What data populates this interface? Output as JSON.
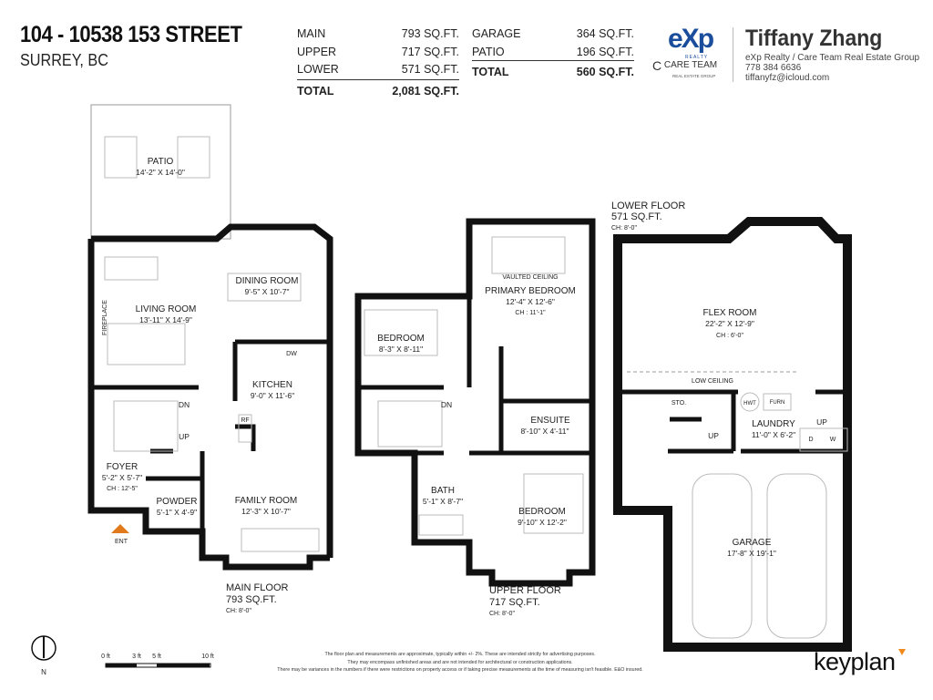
{
  "header": {
    "address_line1": "104 - 10538 153 STREET",
    "address_line2": "SURREY, BC"
  },
  "areas_left": [
    {
      "label": "MAIN",
      "value": "793 SQ.FT."
    },
    {
      "label": "UPPER",
      "value": "717 SQ.FT."
    },
    {
      "label": "LOWER",
      "value": "571 SQ.FT."
    }
  ],
  "areas_left_total": {
    "label": "TOTAL",
    "value": "2,081 SQ.FT."
  },
  "areas_right": [
    {
      "label": "GARAGE",
      "value": "364 SQ.FT."
    },
    {
      "label": "PATIO",
      "value": "196 SQ.FT."
    }
  ],
  "areas_right_total": {
    "label": "TOTAL",
    "value": "560 SQ.FT."
  },
  "branding": {
    "exp_logo": "eXp",
    "exp_sub": "REALTY",
    "care_logo": "CARE TEAM",
    "care_sub": "REAL ESTATE GROUP",
    "brand_color": "#1a4d9c"
  },
  "agent": {
    "name": "Tiffany Zhang",
    "company": "eXp Realty / Care Team Real Estate Group",
    "phone": "778 384 6636",
    "email": "tiffanyfz@icloud.com"
  },
  "main_floor": {
    "title": "MAIN FLOOR",
    "area": "793 SQ.FT.",
    "ceiling": "CH: 8'-0\"",
    "rooms": {
      "patio": {
        "name": "PATIO",
        "dims": "14'-2\" X 14'-0\""
      },
      "living": {
        "name": "LIVING ROOM",
        "dims": "13'-11\" X 14'-9\""
      },
      "dining": {
        "name": "DINING ROOM",
        "dims": "9'-5\" X 10'-7\""
      },
      "kitchen": {
        "name": "KITCHEN",
        "dims": "9'-0\" X 11'-6\""
      },
      "foyer": {
        "name": "FOYER",
        "dims": "5'-2\" X 5'-7\"",
        "ceiling": "CH : 12'-5\""
      },
      "powder": {
        "name": "POWDER",
        "dims": "5'-1\" X 4'-9\""
      },
      "family": {
        "name": "FAMILY ROOM",
        "dims": "12'-3\" X 10'-7\""
      }
    },
    "labels": {
      "fireplace": "FIREPLACE",
      "dw": "DW",
      "rf": "RF",
      "dn": "DN",
      "up": "UP",
      "ent": "ENT"
    }
  },
  "upper_floor": {
    "title": "UPPER FLOOR",
    "area": "717 SQ.FT.",
    "ceiling": "CH: 8'-0\"",
    "rooms": {
      "primary": {
        "name": "PRIMARY BEDROOM",
        "dims": "12'-4\" X 12'-6\"",
        "ceiling": "CH : 11'-1\"",
        "note": "VAULTED CEILING"
      },
      "bedroom1": {
        "name": "BEDROOM",
        "dims": "8'-3\" X 8'-11\""
      },
      "ensuite": {
        "name": "ENSUITE",
        "dims": "8'-10\" X 4'-11\""
      },
      "bath": {
        "name": "BATH",
        "dims": "5'-1\" X 8'-7\""
      },
      "bedroom2": {
        "name": "BEDROOM",
        "dims": "9'-10\" X 12'-2\""
      }
    },
    "labels": {
      "dn": "DN"
    }
  },
  "lower_floor": {
    "title": "LOWER FLOOR",
    "area": "571 SQ.FT.",
    "ceiling": "CH: 8'-0\"",
    "rooms": {
      "flex": {
        "name": "FLEX ROOM",
        "dims": "22'-2\" X 12'-9\"",
        "ceiling": "CH : 6'-0\""
      },
      "laundry": {
        "name": "LAUNDRY",
        "dims": "11'-0\" X 6'-2\""
      },
      "garage": {
        "name": "GARAGE",
        "dims": "17'-8\" X 19'-1\""
      },
      "storage": {
        "name": "STO."
      }
    },
    "labels": {
      "low_ceiling": "LOW CEILING",
      "hwt": "HWT",
      "furn": "FURN",
      "d": "D",
      "w": "W",
      "up": "UP",
      "up2": "UP"
    }
  },
  "scale": {
    "ticks": [
      "0 ft",
      "3 ft",
      "5 ft",
      "10 ft"
    ],
    "north": "N"
  },
  "disclaimer": [
    "The floor plan and measurements are approximate, typically within +/- 2%. These are intended strictly for advertising purposes.",
    "They may encompass unfinished areas and are not intended for architectural or construction applications.",
    "There may be variances in the numbers if there were restrictions on property access or if taking precise measurements at the time of measuring isn't feasible. E&O insured."
  ],
  "footer_logo": "keyplan",
  "footer_logo_accent": "#f08a1c"
}
